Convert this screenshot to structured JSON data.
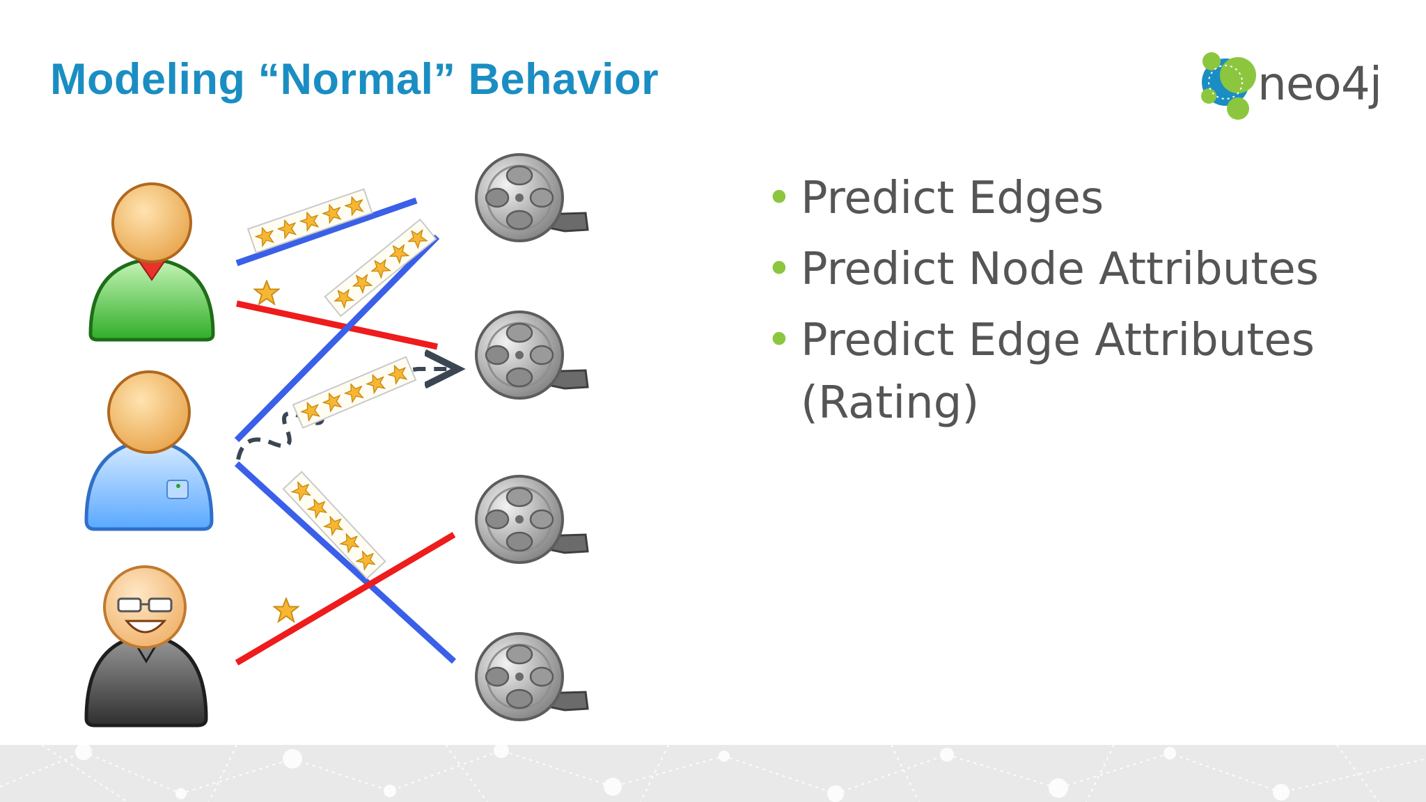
{
  "slide": {
    "title": "Modeling “Normal” Behavior",
    "logo_text": "neo4j",
    "bullets": [
      "Predict Edges",
      "Predict Node Attributes",
      "Predict Edge Attributes (Rating)"
    ]
  },
  "colors": {
    "title": "#1a8ec2",
    "bullet_dot": "#8cc63f",
    "body_text": "#555555",
    "high_rating_edge": "#3a5fe8",
    "low_rating_edge": "#ee1c1c",
    "predicted_edge": "#3b4653"
  },
  "icons": {
    "users": [
      "user-green-icon",
      "user-blue-icon",
      "user-glasses-icon"
    ],
    "movies": [
      "film-reel-icon",
      "film-reel-icon",
      "film-reel-icon",
      "film-reel-icon"
    ],
    "rating": "star-icon"
  },
  "ratings": {
    "user1_movie1": 5,
    "user1_movie2": 1,
    "user2_movie1": 5,
    "user2_movie2_predicted": 5,
    "user2_movie4": 5,
    "user3_movie3": 1
  }
}
